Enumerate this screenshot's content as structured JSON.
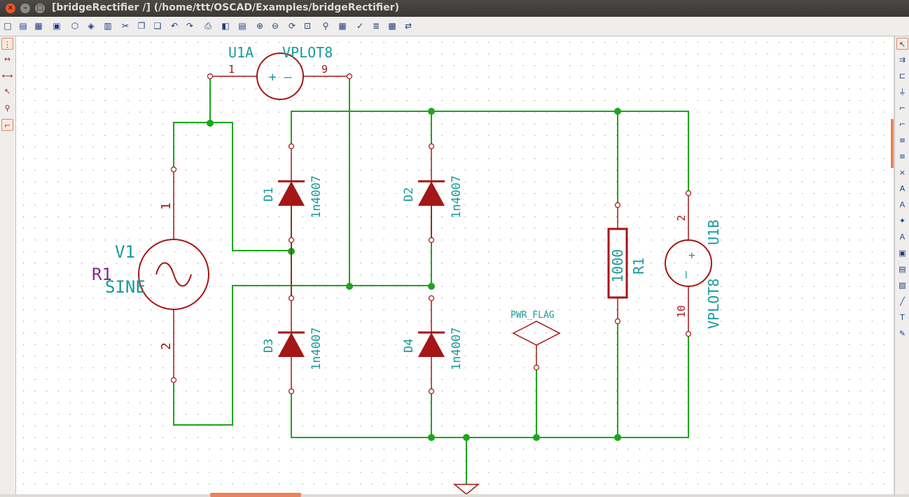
{
  "window": {
    "title": "[bridgeRectifier /] (/home/ttt/OSCAD/Examples/bridgeRectifier)",
    "close_glyph": "×",
    "minimize_glyph": "–",
    "maximize_glyph": "□"
  },
  "top_toolbar": [
    {
      "name": "new-schematic-icon",
      "glyph": "□"
    },
    {
      "name": "open-schematic-icon",
      "glyph": "▤"
    },
    {
      "name": "save-project-icon",
      "glyph": "▦"
    },
    {
      "name": "save-sheet-icon",
      "glyph": "▣"
    },
    {
      "name": "page-settings-icon",
      "glyph": "⬡"
    },
    {
      "name": "load-page-icon",
      "glyph": "◈"
    },
    {
      "name": "library-browser-icon",
      "glyph": "▥"
    },
    {
      "name": "cut-icon",
      "glyph": "✂"
    },
    {
      "name": "copy-icon",
      "glyph": "❐"
    },
    {
      "name": "paste-icon",
      "glyph": "❏"
    },
    {
      "name": "undo-icon",
      "glyph": "↶"
    },
    {
      "name": "redo-icon",
      "glyph": "↷"
    },
    {
      "name": "print-icon",
      "glyph": "⎙"
    },
    {
      "name": "run-pcbnew-icon",
      "glyph": "◧"
    },
    {
      "name": "annotate-icon",
      "glyph": "▤"
    },
    {
      "name": "zoom-in-icon",
      "glyph": "⊕"
    },
    {
      "name": "zoom-out-icon",
      "glyph": "⊖"
    },
    {
      "name": "zoom-redraw-icon",
      "glyph": "⟳"
    },
    {
      "name": "zoom-fit-icon",
      "glyph": "⊡"
    },
    {
      "name": "find-icon",
      "glyph": "⚲"
    },
    {
      "name": "netlist-icon",
      "glyph": "▦"
    },
    {
      "name": "erc-icon",
      "glyph": "✓"
    },
    {
      "name": "bom-icon",
      "glyph": "≣"
    },
    {
      "name": "cvpcb-icon",
      "glyph": "▩"
    },
    {
      "name": "backannotate-icon",
      "glyph": "⇄"
    }
  ],
  "left_toolbar": [
    {
      "name": "grid-toggle-icon",
      "glyph": "⋮"
    },
    {
      "name": "units-inch-icon",
      "glyph": "↔"
    },
    {
      "name": "units-mm-icon",
      "glyph": "⟷"
    },
    {
      "name": "cursor-shape-icon",
      "glyph": "↖"
    },
    {
      "name": "hidden-pins-icon",
      "glyph": "⚲"
    },
    {
      "name": "wire-angle-icon",
      "glyph": "⌐"
    }
  ],
  "right_toolbar": [
    {
      "name": "select-tool-icon",
      "glyph": "↖"
    },
    {
      "name": "highlight-net-icon",
      "glyph": "⇉"
    },
    {
      "name": "place-component-icon",
      "glyph": "⊏"
    },
    {
      "name": "place-power-icon",
      "glyph": "⏚"
    },
    {
      "name": "place-wire-icon",
      "glyph": "⌐"
    },
    {
      "name": "place-bus-icon",
      "glyph": "⌐"
    },
    {
      "name": "wire-bus-entry-icon",
      "glyph": "≡"
    },
    {
      "name": "bus-bus-entry-icon",
      "glyph": "≡"
    },
    {
      "name": "no-connect-icon",
      "glyph": "×"
    },
    {
      "name": "net-label-icon",
      "glyph": "A"
    },
    {
      "name": "global-label-icon",
      "glyph": "Ａ"
    },
    {
      "name": "junction-icon",
      "glyph": "✦"
    },
    {
      "name": "hier-label-icon",
      "glyph": "Ａ"
    },
    {
      "name": "hier-sheet-icon",
      "glyph": "▣"
    },
    {
      "name": "import-pin-icon",
      "glyph": "▤"
    },
    {
      "name": "sheet-pin-icon",
      "glyph": "▧"
    },
    {
      "name": "graphic-line-icon",
      "glyph": "╱"
    },
    {
      "name": "graphic-text-icon",
      "glyph": "T"
    },
    {
      "name": "delete-item-icon",
      "glyph": "✎"
    }
  ],
  "schematic": {
    "colors": {
      "wire": "#1ca61c",
      "component": "#a51616",
      "ref": "#1a9a9a",
      "value": "#1a9a9a",
      "pin_number": "#a51616",
      "r1_label": "#8b2597",
      "power_text": "#1a9a9a"
    },
    "sources": [
      {
        "ref": "V1",
        "value": "SINE",
        "alt_ref": "R1",
        "pins": [
          "1",
          "2"
        ]
      }
    ],
    "plots": [
      {
        "ref": "U1A",
        "value": "VPLOT8",
        "pins": [
          "1",
          "9"
        ],
        "symbol": "+ –"
      },
      {
        "ref": "U1B",
        "value": "VPLOT8",
        "pins": [
          "2",
          "10"
        ],
        "plus": "+",
        "minus": "–"
      }
    ],
    "diodes": [
      {
        "ref": "D1",
        "value": "1n4007"
      },
      {
        "ref": "D2",
        "value": "1n4007"
      },
      {
        "ref": "D3",
        "value": "1n4007"
      },
      {
        "ref": "D4",
        "value": "1n4007"
      }
    ],
    "resistors": [
      {
        "ref": "R1",
        "value": "1000"
      }
    ],
    "power_flags": [
      {
        "label": "PWR_FLAG"
      }
    ]
  }
}
